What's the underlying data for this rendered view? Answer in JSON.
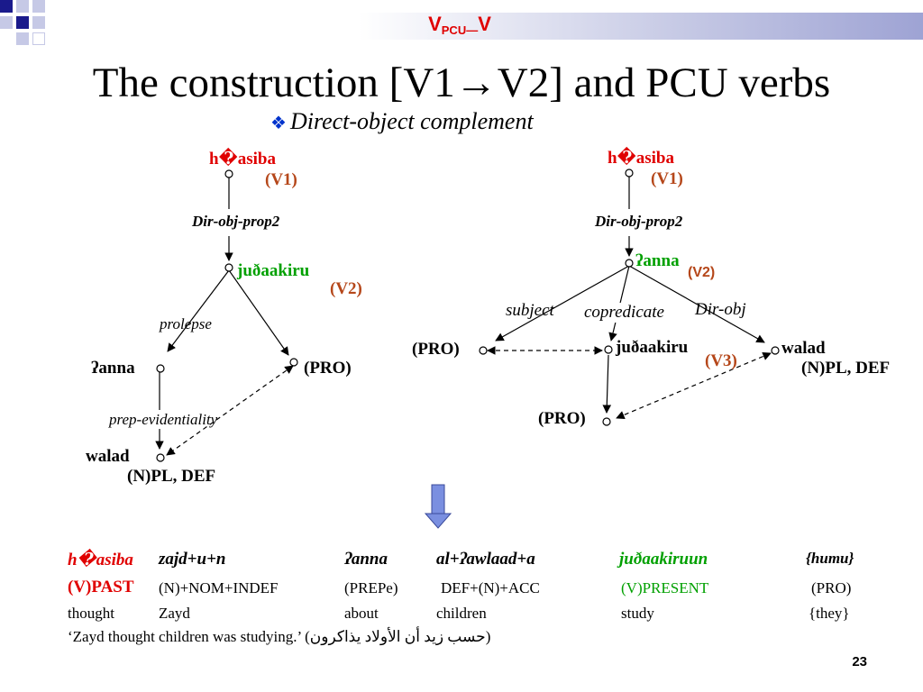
{
  "header": {
    "title_main": "V",
    "title_sub": "PCU—",
    "title_end": "V"
  },
  "title": "The construction [V1→V2] and PCU verbs",
  "subtitle": {
    "bullet": "❖",
    "text": "Direct-object complement"
  },
  "left_tree": {
    "root_word": "h�asiba",
    "root_tag": "(V1)",
    "edge1": "Dir-obj-prop2",
    "v2_word": "juðaakiru",
    "v2_tag": "(V2)",
    "edge_prolepse": "prolepse",
    "anna": "ʔanna",
    "pro": "(PRO)",
    "edge_prep": "prep-evidentiality",
    "walad": "walad",
    "walad_tag": "(N)PL, DEF"
  },
  "right_tree": {
    "root_word": "h�asiba",
    "root_tag": "(V1)",
    "edge1": "Dir-obj-prop2",
    "v2_word": "ʔanna",
    "v2_tag": "(V2)",
    "edge_subject": "subject",
    "edge_copredicate": "copredicate",
    "edge_dirobj": "Dir-obj",
    "pro_left": "(PRO)",
    "v3_word": "juðaakiru",
    "v3_tag": "(V3)",
    "walad": "walad",
    "walad_tag": "(N)PL, DEF",
    "pro_bottom": "(PRO)"
  },
  "gloss": {
    "row1": [
      "h�asiba",
      "zajd+u+n",
      "ʔanna",
      "al+ʔawlaad+a",
      "juðaakiruun",
      "{humu}"
    ],
    "row2": [
      "(V)PAST",
      "(N)+NOM+INDEF",
      "(PREPe)",
      "DEF+(N)+ACC",
      "(V)PRESENT",
      "(PRO)"
    ],
    "row3": [
      "thought",
      "Zayd",
      "about",
      "children",
      "study",
      "{they}"
    ],
    "translation": "‘Zayd thought children was studying.’ (حسب زيد أن الأولاد يذاكرون)"
  },
  "page_number": "23",
  "colors": {
    "red": "#e00000",
    "green": "#00a000",
    "brown": "#b5471a",
    "arrow_blue": "#7a8fe0"
  }
}
